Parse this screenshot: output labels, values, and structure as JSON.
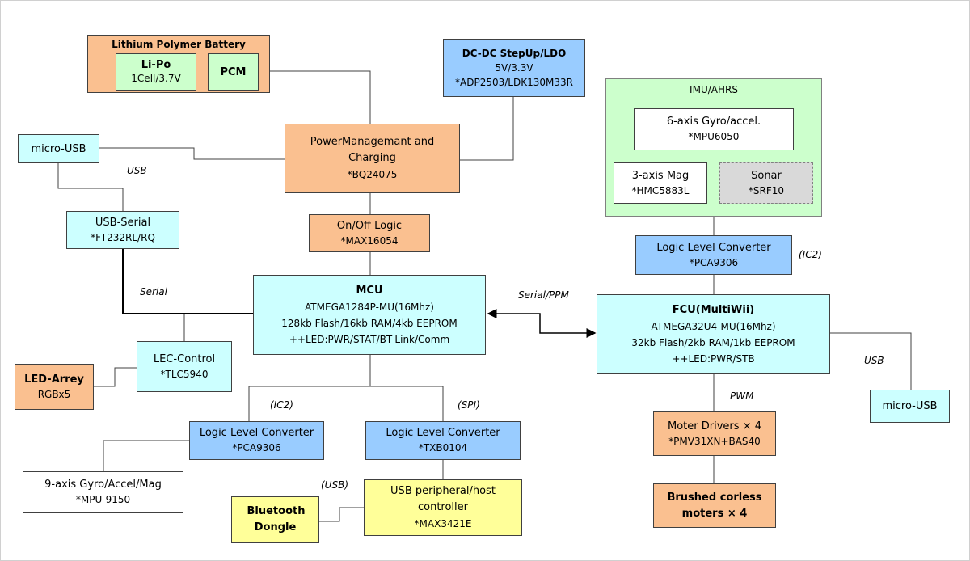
{
  "blocks": {
    "battery": {
      "title": "Lithium Polymer Battery"
    },
    "lipo": {
      "title": "Li-Po",
      "sub": "1Cell/3.7V"
    },
    "pcm": {
      "title": "PCM"
    },
    "dcdc": {
      "title": "DC-DC StepUp/LDO",
      "line1": "5V/3.3V",
      "line2": "*ADP2503/LDK130M33R"
    },
    "power": {
      "title": "PowerManagemant and Charging",
      "sub": "*BQ24075"
    },
    "onoff": {
      "title": "On/Off Logic",
      "sub": "*MAX16054"
    },
    "micro_usb_left": {
      "title": "micro-USB"
    },
    "usb_serial": {
      "title": "USB-Serial",
      "sub": "*FT232RL/RQ"
    },
    "mcu": {
      "title": "MCU",
      "line1": "ATMEGA1284P-MU(16Mhz)",
      "line2": "128kb Flash/16kb RAM/4kb EEPROM",
      "line3": "++LED:PWR/STAT/BT-Link/Comm"
    },
    "led_control": {
      "title": "LEC-Control",
      "sub": "*TLC5940"
    },
    "led_array": {
      "title": "LED-Arrey",
      "sub": "RGBx5"
    },
    "llc_i2c_left": {
      "title": "Logic Level Converter",
      "sub": "*PCA9306"
    },
    "llc_spi": {
      "title": "Logic Level Converter",
      "sub": "*TXB0104"
    },
    "gyro9": {
      "title": "9-axis Gyro/Accel/Mag",
      "sub": "*MPU-9150"
    },
    "usb_host": {
      "title": "USB peripheral/host controller",
      "sub": "*MAX3421E"
    },
    "bt_dongle": {
      "title": "Bluetooth Dongle"
    },
    "imu": {
      "title": "IMU/AHRS"
    },
    "gyro6": {
      "title": "6-axis Gyro/accel.",
      "sub": "*MPU6050"
    },
    "mag3": {
      "title": "3-axis Mag",
      "sub": "*HMC5883L"
    },
    "sonar": {
      "title": "Sonar",
      "sub": "*SRF10"
    },
    "llc_i2c_right": {
      "title": "Logic Level Converter",
      "sub": "*PCA9306"
    },
    "fcu": {
      "title": "FCU(MultiWii)",
      "line1": "ATMEGA32U4-MU(16Mhz)",
      "line2": "32kb Flash/2kb RAM/1kb EEPROM",
      "line3": "++LED:PWR/STB"
    },
    "motor_drivers": {
      "title": "Moter Drivers × 4",
      "sub": "*PMV31XN+BAS40"
    },
    "motors": {
      "title": "Brushed corless moters × 4"
    },
    "micro_usb_right": {
      "title": "micro-USB"
    }
  },
  "labels": {
    "usb_left": "USB",
    "serial": "Serial",
    "serial_ppm": "Serial/PPM",
    "i2c_left": "(IC2)",
    "spi": "(SPI)",
    "usb_paren": "(USB)",
    "i2c_right": "(IC2)",
    "pwm": "PWM",
    "usb_right": "USB"
  }
}
